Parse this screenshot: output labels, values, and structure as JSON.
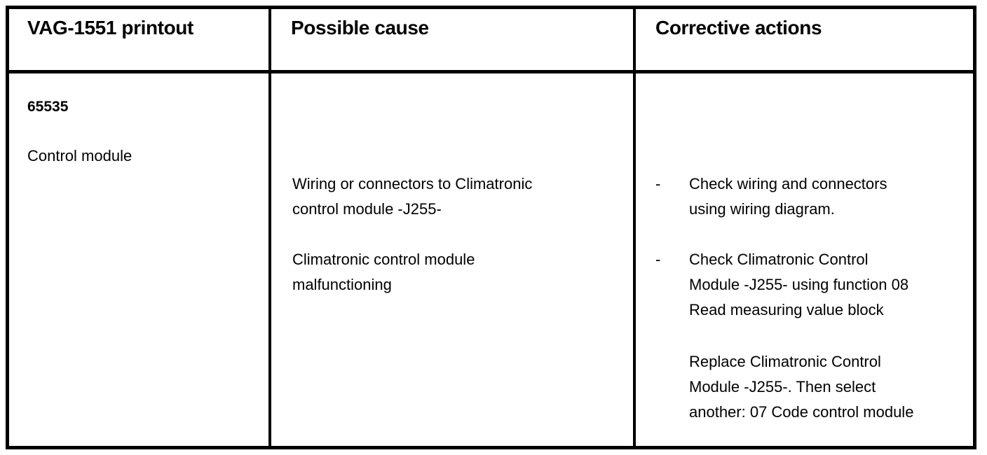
{
  "document": {
    "type": "table",
    "title": "VAG-1551 fault code table",
    "background_color": "#ffffff",
    "text_color": "#000000",
    "border_color": "#000000"
  },
  "table": {
    "columns": [
      {
        "key": "printout",
        "header": "VAG-1551 printout"
      },
      {
        "key": "cause",
        "header": "Possible cause"
      },
      {
        "key": "actions",
        "header": "Corrective actions"
      }
    ],
    "rows": [
      {
        "printout": {
          "code": "65535",
          "description": "Control module"
        },
        "cause": {
          "paragraphs": [
            {
              "lines": [
                "Wiring or connectors to Climatronic",
                "control module -J255-"
              ]
            },
            {
              "lines": [
                "Climatronic control module",
                "malfunctioning"
              ]
            }
          ]
        },
        "actions": {
          "bullets": [
            {
              "marker": "-",
              "lines": [
                "Check wiring and connectors",
                "using wiring diagram."
              ]
            },
            {
              "marker": "-",
              "lines": [
                "Check Climatronic Control",
                "Module -J255- using function 08",
                "Read measuring value block"
              ]
            }
          ],
          "paragraphs": [
            {
              "lines": [
                "Replace Climatronic Control",
                "Module -J255-. Then select",
                "another: 07 Code control module"
              ]
            }
          ]
        }
      }
    ]
  }
}
